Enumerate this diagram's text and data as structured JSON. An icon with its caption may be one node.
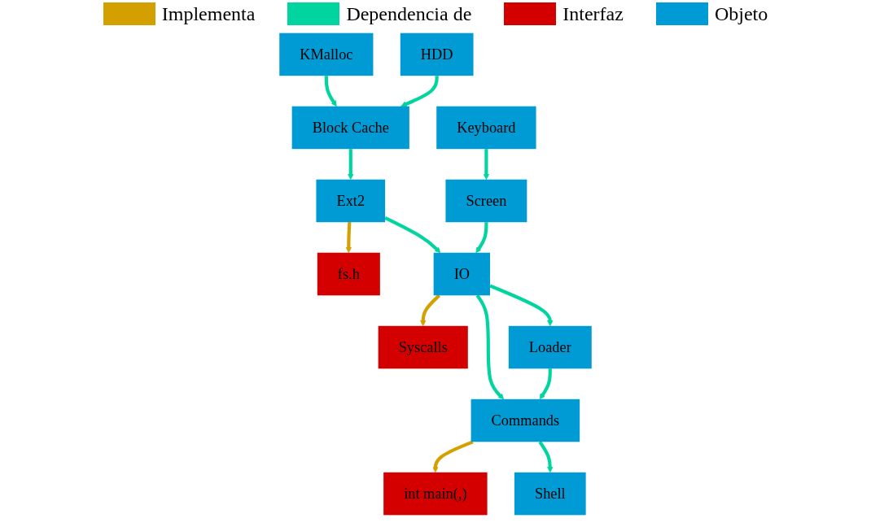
{
  "diagram": {
    "nodes": [
      {
        "text": [
          "KMalloc"
        ]
      },
      {
        "text": [
          "Block Cache"
        ]
      },
      {
        "text": [
          "HDD"
        ]
      },
      {
        "text": [
          "Keyboard"
        ]
      },
      {
        "text": [
          "Ext2"
        ]
      },
      {
        "text": [
          "fs.h"
        ]
      },
      {
        "text": [
          "Screen"
        ]
      },
      {
        "text": [
          "IO"
        ]
      },
      {
        "text": [
          "Syscalls"
        ]
      },
      {
        "text": [
          "Loader"
        ]
      },
      {
        "text": [
          "Commands"
        ]
      },
      {
        "text": [
          "int main(,)"
        ]
      },
      {
        "text": [
          "Shell"
        ]
      }
    ],
    "edges": [
      {
        "from": 0,
        "to": 1,
        "arrow": "to"
      },
      {
        "from": 2,
        "to": 1,
        "arrow": "to"
      },
      {
        "from": 1,
        "to": 4,
        "arrow": "to"
      },
      {
        "from": 3,
        "to": 6,
        "arrow": "to"
      },
      {
        "from": 4,
        "to": 5,
        "arrow": "to",
        "color": "#d4a000"
      },
      {
        "from": 4,
        "to": 7,
        "arrow": "to"
      },
      {
        "from": 6,
        "to": 7,
        "arrow": "to"
      },
      {
        "from": 7,
        "to": 8,
        "arrow": "to",
        "color": "#d4a000"
      },
      {
        "from": 7,
        "to": 9,
        "arrow": "to"
      },
      {
        "from": 7,
        "to": 10,
        "arrow": "to"
      },
      {
        "from": 9,
        "to": 10,
        "arrow": "to"
      },
      {
        "from": 10,
        "to": 11,
        "arrow": "to",
        "color": "#d4a000"
      },
      {
        "from": 10,
        "to": 12,
        "arrow": "to"
      }
    ],
    "legend": [
      {
        "text": "Implementa",
        "color": "#d4a000"
      },
      {
        "text": "Dependencia de",
        "color": "#00d5a0"
      },
      {
        "text": "Interfaz",
        "color": "#d40000"
      },
      {
        "text": "Objeto",
        "color": "#009ad4"
      }
    ]
  }
}
